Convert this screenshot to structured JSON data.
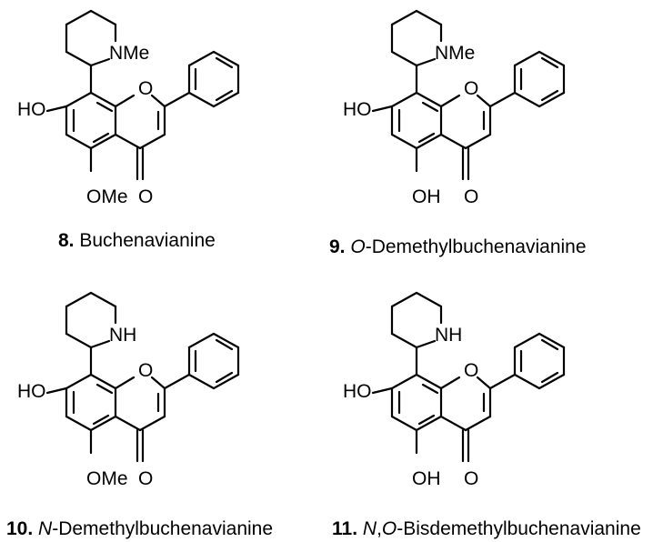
{
  "compounds": [
    {
      "number": "8.",
      "name_prefix_italic": "",
      "name_rest": "Buchenavianine",
      "amine_label": "NMe",
      "hydroxy_label": "HO",
      "c5_label": "OMe",
      "ring_o_label": "O",
      "carbonyl_label": "O"
    },
    {
      "number": "9.",
      "name_prefix_italic": "O",
      "name_rest": "-Demethylbuchenavianine",
      "amine_label": "NMe",
      "hydroxy_label": "HO",
      "c5_label": "OH",
      "ring_o_label": "O",
      "carbonyl_label": "O"
    },
    {
      "number": "10.",
      "name_prefix_italic": "N",
      "name_rest": "-Demethylbuchenavianine",
      "amine_label": "NH",
      "hydroxy_label": "HO",
      "c5_label": "OMe",
      "ring_o_label": "O",
      "carbonyl_label": "O"
    },
    {
      "number": "11.",
      "name_prefix_italic": "N",
      "name_sep": ",",
      "name_prefix_italic_2": "O",
      "name_rest": "-Bisdemethylbuchenavianine",
      "amine_label": "NH",
      "hydroxy_label": "HO",
      "c5_label": "OH",
      "ring_o_label": "O",
      "carbonyl_label": "O"
    }
  ]
}
